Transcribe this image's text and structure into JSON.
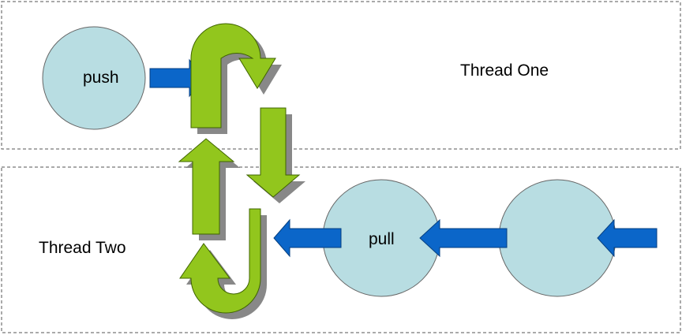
{
  "threads": {
    "one": {
      "label": "Thread One"
    },
    "two": {
      "label": "Thread Two"
    }
  },
  "nodes": {
    "push": {
      "label": "push"
    },
    "pull": {
      "label": "pull"
    },
    "source": {
      "label": ""
    }
  },
  "colors": {
    "circle_fill": "#b8dde2",
    "circle_stroke": "#666666",
    "blue_arrow": "#0b66c9",
    "green_arrow": "#92c61d",
    "green_stroke": "#3f6400",
    "shadow": "#888888",
    "lane_border": "#555555"
  }
}
